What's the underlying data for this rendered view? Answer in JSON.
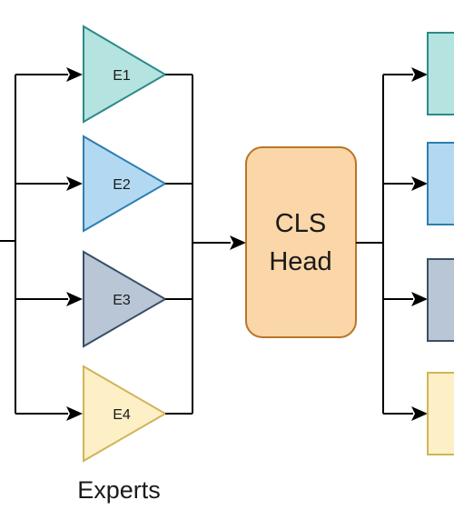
{
  "experts": {
    "caption": "Experts",
    "items": [
      {
        "label": "E1",
        "fill": "#b5e3e0",
        "stroke": "#2b8a87"
      },
      {
        "label": "E2",
        "fill": "#b3d9f2",
        "stroke": "#2e7eb0"
      },
      {
        "label": "E3",
        "fill": "#b9c6d6",
        "stroke": "#3a4f66"
      },
      {
        "label": "E4",
        "fill": "#fdefc6",
        "stroke": "#d1b458"
      }
    ]
  },
  "head": {
    "line1": "CLS",
    "line2": "Head",
    "fill": "#fad6a8",
    "stroke": "#b87626"
  },
  "outputs": [
    {
      "fill": "#b5e3e0",
      "stroke": "#2b8a87"
    },
    {
      "fill": "#b3d9f2",
      "stroke": "#2e7eb0"
    },
    {
      "fill": "#b9c6d6",
      "stroke": "#3a4f66"
    },
    {
      "fill": "#fdefc6",
      "stroke": "#d1b458"
    }
  ]
}
